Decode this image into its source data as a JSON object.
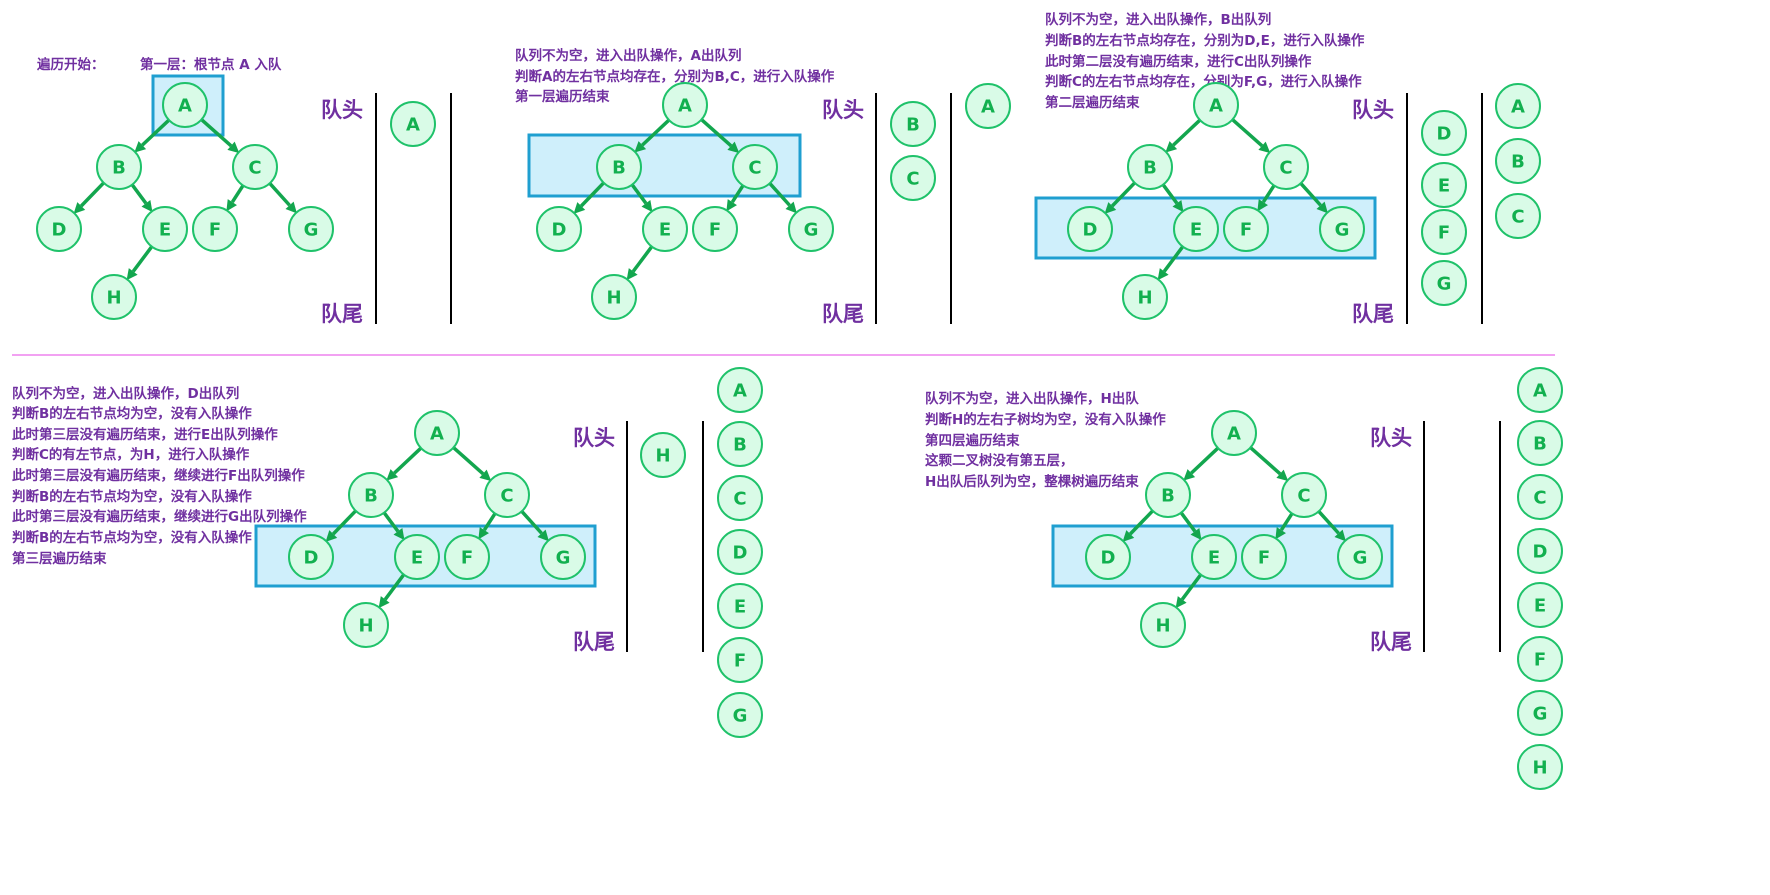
{
  "colors": {
    "caption": "#7030a0",
    "node_fill": "#d9fbe7",
    "node_stroke": "#1fc26a",
    "node_text": "#12b04f",
    "edge": "#13a64e",
    "highlight_fill": "#cfeffb",
    "highlight_stroke": "#1f9fd0",
    "divider": "#ee82ee"
  },
  "queue_labels": {
    "head": "队头",
    "tail": "队尾"
  },
  "nodes": [
    "A",
    "B",
    "C",
    "D",
    "E",
    "F",
    "G",
    "H"
  ],
  "panels": [
    {
      "id": "step1",
      "captions": [
        "遍历开始：",
        "第一层：根节点 A 入队"
      ],
      "queue": [
        "A"
      ],
      "output": []
    },
    {
      "id": "step2",
      "captions": [
        "队列不为空，进入出队操作，A出队列",
        "判断A的左右节点均存在，分别为B,C，进行入队操作",
        "第一层遍历结束"
      ],
      "queue": [
        "B",
        "C"
      ],
      "output": [
        "A"
      ]
    },
    {
      "id": "step3",
      "captions": [
        "队列不为空，进入出队操作，B出队列",
        "判断B的左右节点均存在，分别为D,E，进行入队操作",
        "此时第二层没有遍历结束，进行C出队列操作",
        "判断C的左右节点均存在，分别为F,G，进行入队操作",
        "第二层遍历结束"
      ],
      "queue": [
        "D",
        "E",
        "F",
        "G"
      ],
      "output": [
        "A",
        "B",
        "C"
      ]
    },
    {
      "id": "step4",
      "captions": [
        "队列不为空，进入出队操作，D出队列",
        "判断B的左右节点均为空，没有入队操作",
        "此时第三层没有遍历结束，进行E出队列操作",
        "判断C的有左节点，为H，进行入队操作",
        "此时第三层没有遍历结束，继续进行F出队列操作",
        "判断B的左右节点均为空，没有入队操作",
        "此时第三层没有遍历结束，继续进行G出队列操作",
        "判断B的左右节点均为空，没有入队操作",
        "第三层遍历结束"
      ],
      "queue": [
        "H"
      ],
      "output": [
        "A",
        "B",
        "C",
        "D",
        "E",
        "F",
        "G"
      ]
    },
    {
      "id": "step5",
      "captions": [
        "队列不为空，进入出队操作，H出队",
        "判断H的左右子树均为空，没有入队操作",
        "第四层遍历结束",
        "这颗二叉树没有第五层，",
        "H出队后队列为空，整棵树遍历结束"
      ],
      "queue": [],
      "output": [
        "A",
        "B",
        "C",
        "D",
        "E",
        "F",
        "G",
        "H"
      ]
    }
  ]
}
